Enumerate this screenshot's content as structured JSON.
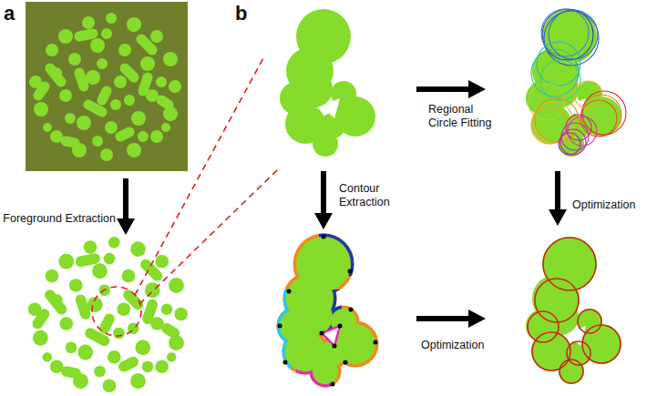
{
  "diagram": {
    "labels": [
      "a",
      "b",
      "Foreground Extraction",
      "Regional Circle Fitting",
      "Contour Extraction",
      "Optimization",
      "Optimization"
    ]
  }
}
